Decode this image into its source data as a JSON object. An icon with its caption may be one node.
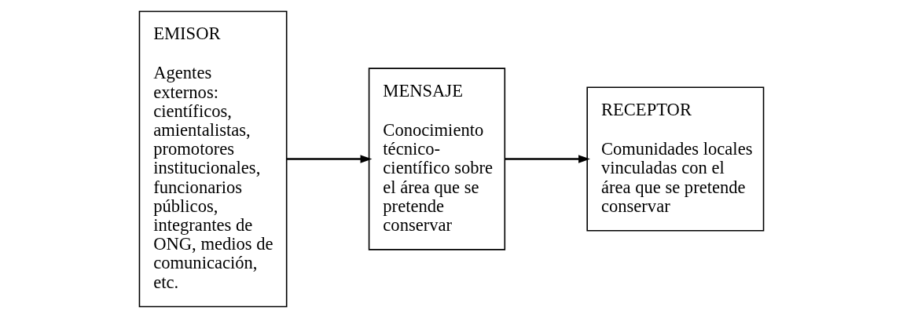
{
  "diagram": {
    "nodes": [
      {
        "text": [
          "EMISOR",
          "Agentes externos: científicos, amientalistas, promotores institucionales, funcionarios públicos, integrantes de ONG, medios de comunicación, etc."
        ]
      },
      {
        "text": [
          "MENSAJE",
          "Conocimiento técnico-científico sobre el área que se pretende conservar"
        ]
      },
      {
        "text": [
          "RECEPTOR",
          "Comunidades locales vinculadas con el área que se pretende conservar"
        ]
      }
    ],
    "edges": [
      {
        "from": 0,
        "to": 1,
        "arrow": "to"
      },
      {
        "from": 1,
        "to": 2,
        "arrow": "to"
      }
    ]
  }
}
